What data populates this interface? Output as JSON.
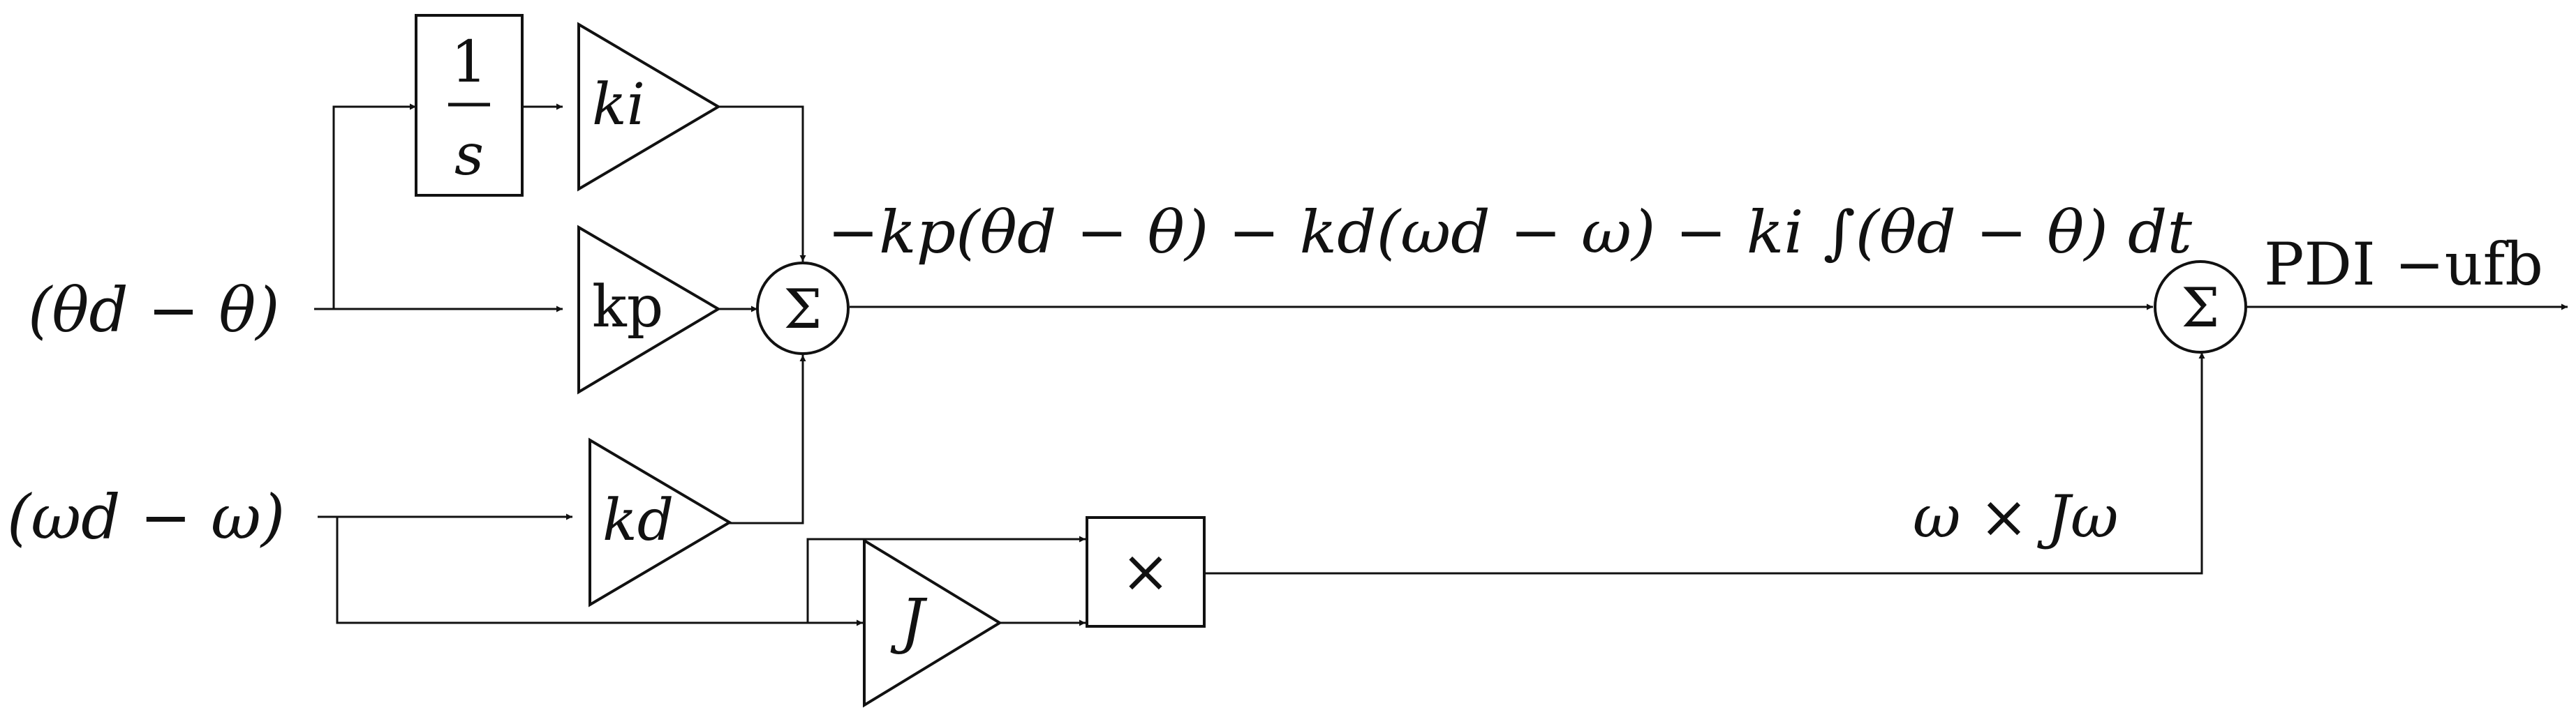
{
  "inputs": {
    "theta_error": "(θd − θ)",
    "omega_error": "(ωd − ω)"
  },
  "blocks": {
    "integrator_numerator": "1",
    "integrator_denominator": "s",
    "gain_ki": "ki",
    "gain_kp": "kp",
    "gain_kd": "kd",
    "gain_j": "J",
    "multiply": "×",
    "sum": "Σ"
  },
  "signals": {
    "pid_expression": "−kp(θd − θ) − kd(ωd − ω) − ki ∫(θd − θ) dt",
    "gyro_term": "ω × Jω",
    "output": "PDI −ufb"
  }
}
